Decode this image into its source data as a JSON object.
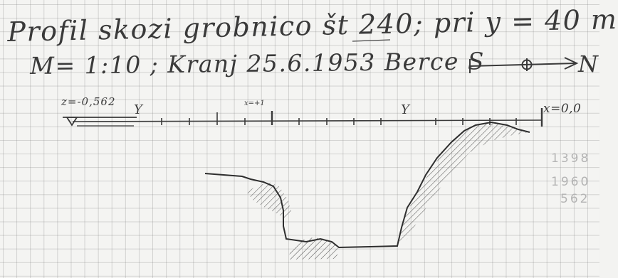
{
  "note": {
    "title": "Profil skozi grobnico št 240; pri y = 40 m",
    "subtitle": "M= 1:10 ; Kranj 25.6.1953 Berce S",
    "north_label": "N",
    "datum_label": "z=-0,562",
    "marker_x_plus": "x=+1",
    "axis_label_left": "Y",
    "axis_label_mid": "Y",
    "axis_label_right": "x=0,0",
    "margin_numbers": [
      "1398",
      "1960",
      "562"
    ]
  },
  "colors": {
    "paper": "#f4f4f2",
    "grid": "#9a9a9a",
    "ink": "#3a3a3a",
    "pencil_faint": "#b4b4b4"
  }
}
